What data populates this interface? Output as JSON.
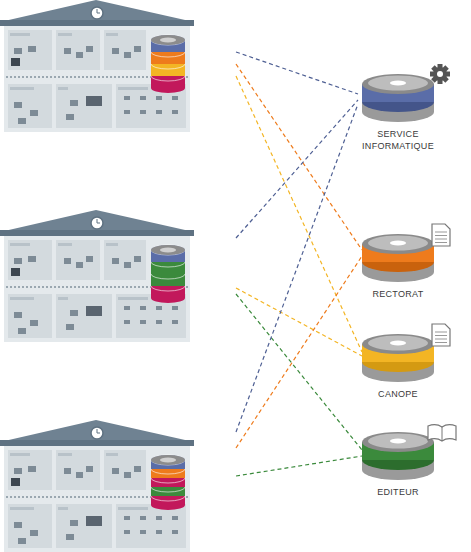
{
  "diagram": {
    "nodes": [
      {
        "text": [
          "SERVICE INFORMATIQUE"
        ]
      },
      {
        "text": [
          "RECTORAT"
        ]
      },
      {
        "text": [
          "CANOPE"
        ]
      },
      {
        "text": [
          "EDITEUR"
        ]
      }
    ]
  }
}
